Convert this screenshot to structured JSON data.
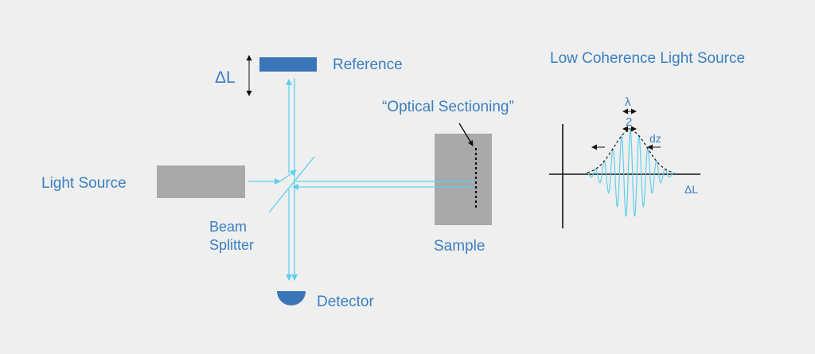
{
  "labels": {
    "reference": "Reference",
    "delta_l": "ΔL",
    "light_source": "Light Source",
    "beam": "Beam",
    "splitter": "Splitter",
    "detector": "Detector",
    "sample": "Sample",
    "optical_sectioning": "“Optical Sectioning”",
    "low_coherence_title": "Low Coherence Light Source",
    "lambda": "λ",
    "two": "2",
    "dz": "dz",
    "axis_delta_l": "ΔL"
  },
  "colors": {
    "background": "#efefef",
    "label_blue": "#3a7fc1",
    "reference_mirror": "#3a75b8",
    "beam": "#5fd0ee",
    "gray_block": "#a9a9a9",
    "black": "#111111"
  }
}
